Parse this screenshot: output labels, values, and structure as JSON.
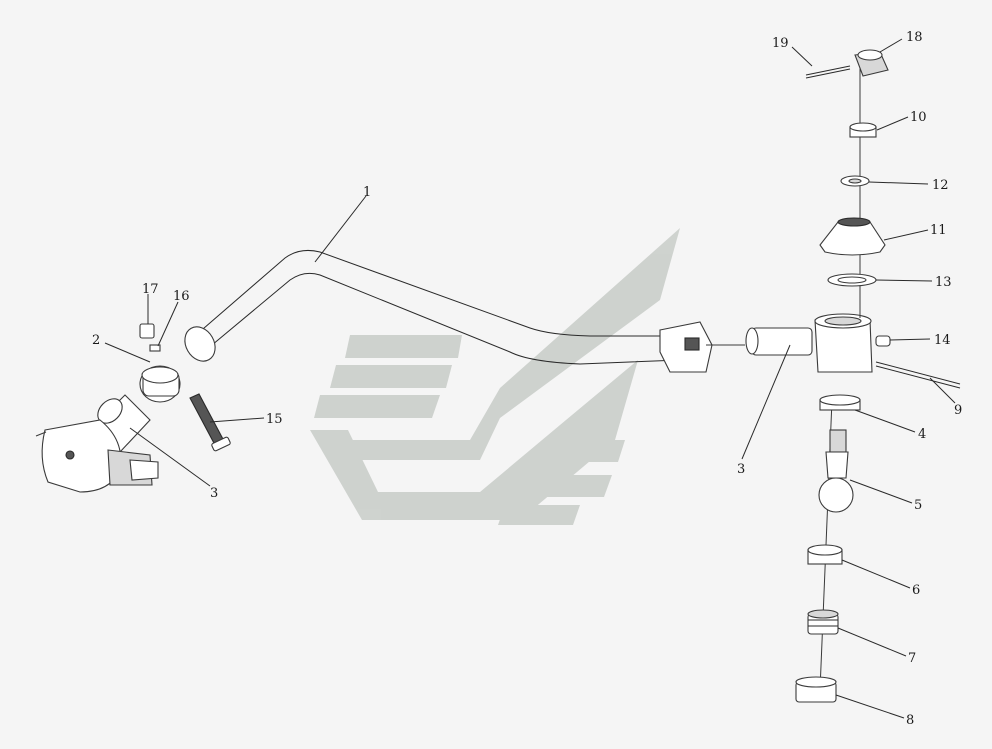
{
  "diagram": {
    "callouts": [
      {
        "id": "c1",
        "text": "1"
      },
      {
        "id": "c2",
        "text": "2"
      },
      {
        "id": "c3a",
        "text": "3"
      },
      {
        "id": "c3b",
        "text": "3"
      },
      {
        "id": "c4",
        "text": "4"
      },
      {
        "id": "c5",
        "text": "5"
      },
      {
        "id": "c6",
        "text": "6"
      },
      {
        "id": "c7",
        "text": "7"
      },
      {
        "id": "c8",
        "text": "8"
      },
      {
        "id": "c9",
        "text": "9"
      },
      {
        "id": "c10",
        "text": "10"
      },
      {
        "id": "c11",
        "text": "11"
      },
      {
        "id": "c12",
        "text": "12"
      },
      {
        "id": "c13",
        "text": "13"
      },
      {
        "id": "c14",
        "text": "14"
      },
      {
        "id": "c15",
        "text": "15"
      },
      {
        "id": "c16",
        "text": "16"
      },
      {
        "id": "c17",
        "text": "17"
      },
      {
        "id": "c18",
        "text": "18"
      },
      {
        "id": "c19",
        "text": "19"
      }
    ],
    "colors": {
      "watermark": "#c8ccc8",
      "background": "#f5f5f5",
      "line": "#2a2a2a"
    }
  }
}
